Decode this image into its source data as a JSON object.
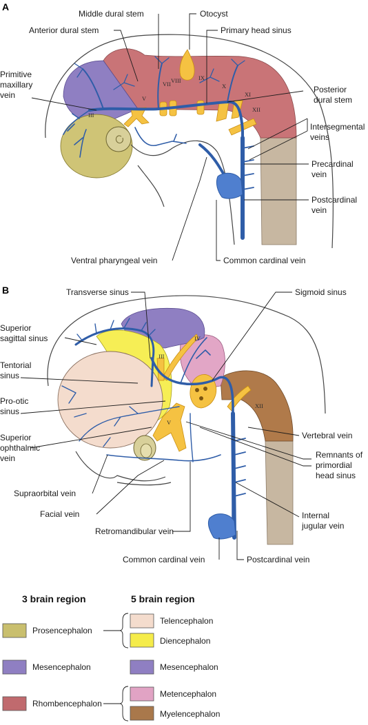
{
  "panel_a": {
    "letter": "A",
    "labels": {
      "middle_dural_stem": "Middle dural stem",
      "otocyst": "Otocyst",
      "anterior_dural_stem": "Anterior dural stem",
      "primary_head_sinus": "Primary head sinus",
      "primitive_maxillary_vein_1": "Primitive",
      "primitive_maxillary_vein_2": "maxillary",
      "primitive_maxillary_vein_3": "vein",
      "posterior_dural_stem_1": "Posterior",
      "posterior_dural_stem_2": "dural stem",
      "intersegmental_veins_1": "Intersegmental",
      "intersegmental_veins_2": "veins",
      "precardinal_vein_1": "Precardinal",
      "precardinal_vein_2": "vein",
      "postcardinal_vein_1": "Postcardinal",
      "postcardinal_vein_2": "vein",
      "ventral_pharyngeal_vein": "Ventral pharyngeal vein",
      "common_cardinal_vein": "Common cardinal vein"
    },
    "nerves": [
      "III",
      "V",
      "VII",
      "VIII",
      "IX",
      "X",
      "XI",
      "XII"
    ]
  },
  "panel_b": {
    "letter": "B",
    "labels": {
      "transverse_sinus": "Transverse sinus",
      "sigmoid_sinus": "Sigmoid sinus",
      "superior_sagittal_sinus_1": "Superior",
      "superior_sagittal_sinus_2": "sagittal sinus",
      "tentorial_sinus_1": "Tentorial",
      "tentorial_sinus_2": "sinus",
      "pro_otic_sinus_1": "Pro-otic",
      "pro_otic_sinus_2": "sinus",
      "superior_ophthalmic_vein_1": "Superior",
      "superior_ophthalmic_vein_2": "ophthalmic",
      "superior_ophthalmic_vein_3": "vein",
      "vertebral_vein": "Vertebral vein",
      "remnants_1": "Remnants of",
      "remnants_2": "primordial",
      "remnants_3": "head sinus",
      "supraorbital_vein": "Supraorbital vein",
      "internal_jugular_vein_1": "Internal",
      "internal_jugular_vein_2": "jugular vein",
      "facial_vein": "Facial vein",
      "retromandibular_vein": "Retromandibular vein",
      "common_cardinal_vein": "Common cardinal vein",
      "postcardinal_vein": "Postcardinal vein"
    },
    "nerves": [
      "III",
      "IV",
      "V",
      "XII"
    ]
  },
  "legend": {
    "heading_3": "3 brain region",
    "heading_5": "5 brain region",
    "three": [
      {
        "label": "Prosencephalon",
        "color": "#c9bf6e"
      },
      {
        "label": "Mesencephalon",
        "color": "#8f7fc2"
      },
      {
        "label": "Rhombencephalon",
        "color": "#c06a6e"
      }
    ],
    "five": [
      {
        "label": "Telencephalon",
        "color": "#f4dccd"
      },
      {
        "label": "Diencephalon",
        "color": "#f5ec4a"
      },
      {
        "label": "Mesencephalon",
        "color": "#8f7fc2"
      },
      {
        "label": "Metencephalon",
        "color": "#e1a3c4"
      },
      {
        "label": "Myelencephalon",
        "color": "#a9784b"
      }
    ]
  }
}
